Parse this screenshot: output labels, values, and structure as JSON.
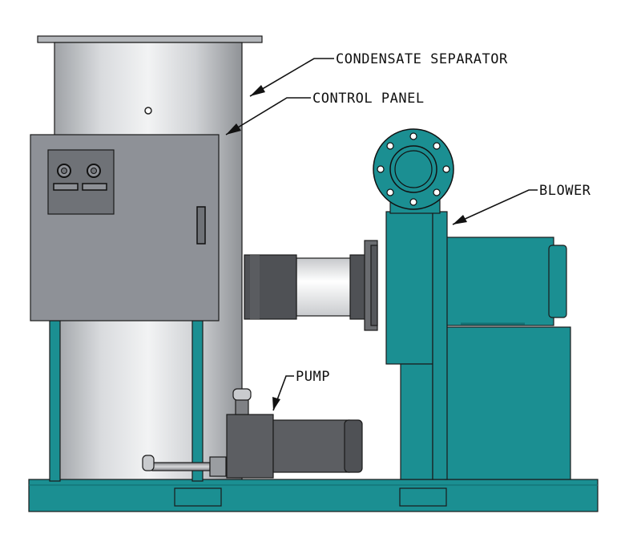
{
  "labels": {
    "condensate_separator": "CONDENSATE SEPARATOR",
    "control_panel": "CONTROL PANEL",
    "blower": "BLOWER",
    "pump": "PUMP"
  },
  "colors": {
    "teal": "#1b8f92",
    "teal_dark": "#137174",
    "panel_gray": "#8e9197",
    "motor_gray": "#5c5e62",
    "steel_light": "#e6e7e9",
    "steel_mid": "#b9bcc0",
    "steel_dark": "#8a8d91"
  }
}
